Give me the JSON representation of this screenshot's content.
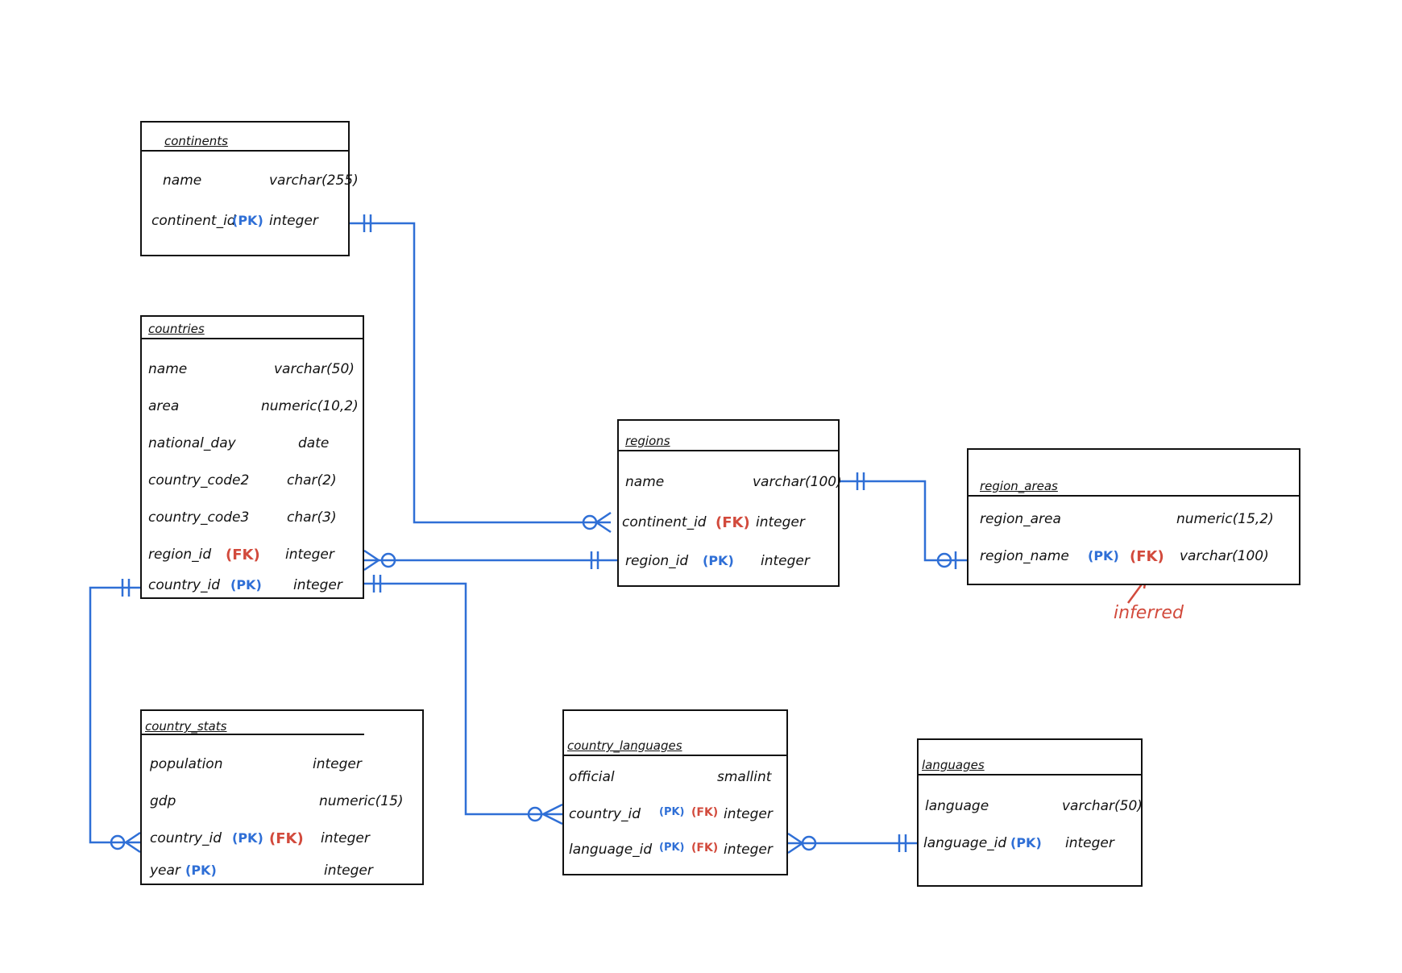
{
  "entities": {
    "continents": {
      "title": "continents",
      "rows": [
        {
          "name": "name",
          "pk": "",
          "fk": "",
          "type": "varchar(255)"
        },
        {
          "name": "continent_id",
          "pk": "(PK)",
          "fk": "",
          "type": "integer"
        }
      ]
    },
    "countries": {
      "title": "countries",
      "rows": [
        {
          "name": "name",
          "pk": "",
          "fk": "",
          "type": "varchar(50)"
        },
        {
          "name": "area",
          "pk": "",
          "fk": "",
          "type": "numeric(10,2)"
        },
        {
          "name": "national_day",
          "pk": "",
          "fk": "",
          "type": "date"
        },
        {
          "name": "country_code2",
          "pk": "",
          "fk": "",
          "type": "char(2)"
        },
        {
          "name": "country_code3",
          "pk": "",
          "fk": "",
          "type": "char(3)"
        },
        {
          "name": "region_id",
          "pk": "",
          "fk": "(FK)",
          "type": "integer"
        },
        {
          "name": "country_id",
          "pk": "(PK)",
          "fk": "",
          "type": "integer"
        }
      ]
    },
    "regions": {
      "title": "regions",
      "rows": [
        {
          "name": "name",
          "pk": "",
          "fk": "",
          "type": "varchar(100)"
        },
        {
          "name": "continent_id",
          "pk": "",
          "fk": "(FK)",
          "type": "integer"
        },
        {
          "name": "region_id",
          "pk": "(PK)",
          "fk": "",
          "type": "integer"
        }
      ]
    },
    "region_areas": {
      "title": "region_areas",
      "rows": [
        {
          "name": "region_area",
          "pk": "",
          "fk": "",
          "type": "numeric(15,2)"
        },
        {
          "name": "region_name",
          "pk": "(PK)",
          "fk": "(FK)",
          "type": "varchar(100)"
        }
      ]
    },
    "country_stats": {
      "title": "country_stats",
      "rows": [
        {
          "name": "population",
          "pk": "",
          "fk": "",
          "type": "integer"
        },
        {
          "name": "gdp",
          "pk": "",
          "fk": "",
          "type": "numeric(15)"
        },
        {
          "name": "country_id",
          "pk": "(PK)",
          "fk": "(FK)",
          "type": "integer"
        },
        {
          "name": "year",
          "pk": "(PK)",
          "fk": "",
          "type": "integer"
        }
      ]
    },
    "country_languages": {
      "title": "country_languages",
      "rows": [
        {
          "name": "official",
          "pk": "",
          "fk": "",
          "type": "smallint"
        },
        {
          "name": "country_id",
          "pk": "(PK)",
          "fk": "(FK)",
          "type": "integer"
        },
        {
          "name": "language_id",
          "pk": "(PK)",
          "fk": "(FK)",
          "type": "integer"
        }
      ]
    },
    "languages": {
      "title": "languages",
      "rows": [
        {
          "name": "language",
          "pk": "",
          "fk": "",
          "type": "varchar(50)"
        },
        {
          "name": "language_id",
          "pk": "(PK)",
          "fk": "",
          "type": "integer"
        }
      ]
    }
  },
  "annotation": "inferred",
  "colors": {
    "line": "#2f6fd6",
    "pk": "#2f6fd6",
    "fk": "#d24a3c",
    "ink": "#111111"
  }
}
